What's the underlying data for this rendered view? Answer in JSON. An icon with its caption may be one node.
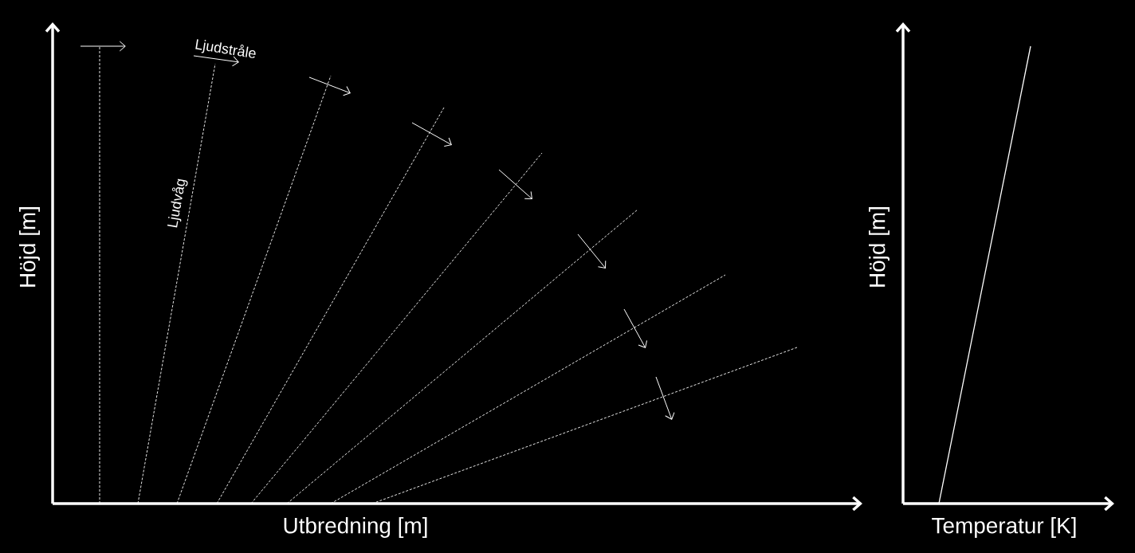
{
  "diagram": {
    "labels": [
      "Ljudstråle",
      "Ljudvåg",
      "Höjd [m]",
      "Höjd [m]",
      "Utbredning [m]",
      "Temperatur [K]"
    ]
  }
}
